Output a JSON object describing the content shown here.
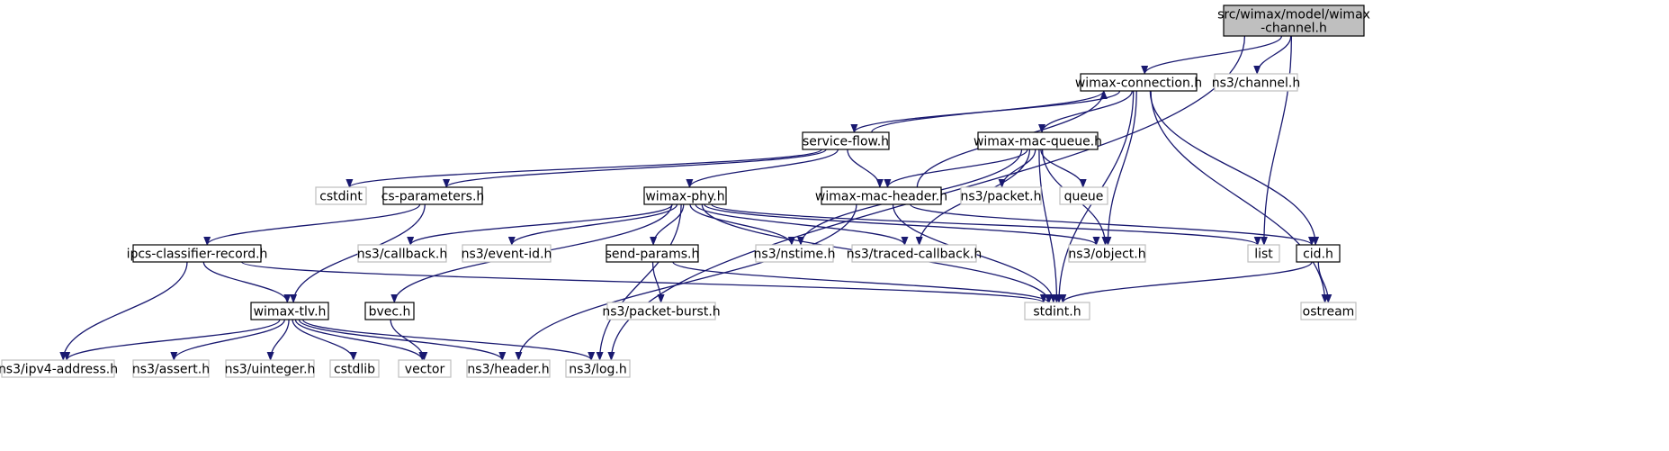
{
  "diagram": {
    "colors": {
      "edge": "#191970",
      "root_fill": "#bfbfbf",
      "node_border": "#000000",
      "external_border": "#bfbfbf"
    },
    "nodes": [
      {
        "id": "root",
        "lines": [
          "src/wimax/model/wimax",
          "-channel.h"
        ],
        "kind": "root"
      },
      {
        "id": "wimax_connection",
        "lines": [
          "wimax-connection.h"
        ],
        "kind": "internal"
      },
      {
        "id": "ns3_channel",
        "lines": [
          "ns3/channel.h"
        ],
        "kind": "external"
      },
      {
        "id": "service_flow",
        "lines": [
          "service-flow.h"
        ],
        "kind": "internal"
      },
      {
        "id": "wimax_mac_queue",
        "lines": [
          "wimax-mac-queue.h"
        ],
        "kind": "internal"
      },
      {
        "id": "cstdint",
        "lines": [
          "cstdint"
        ],
        "kind": "external"
      },
      {
        "id": "cs_parameters",
        "lines": [
          "cs-parameters.h"
        ],
        "kind": "internal"
      },
      {
        "id": "wimax_phy",
        "lines": [
          "wimax-phy.h"
        ],
        "kind": "internal"
      },
      {
        "id": "wimax_mac_header",
        "lines": [
          "wimax-mac-header.h"
        ],
        "kind": "internal"
      },
      {
        "id": "ns3_packet",
        "lines": [
          "ns3/packet.h"
        ],
        "kind": "external"
      },
      {
        "id": "queue",
        "lines": [
          "queue"
        ],
        "kind": "external"
      },
      {
        "id": "ipcs_classifier_record",
        "lines": [
          "ipcs-classifier-record.h"
        ],
        "kind": "internal"
      },
      {
        "id": "ns3_callback",
        "lines": [
          "ns3/callback.h"
        ],
        "kind": "external"
      },
      {
        "id": "ns3_event_id",
        "lines": [
          "ns3/event-id.h"
        ],
        "kind": "external"
      },
      {
        "id": "send_params",
        "lines": [
          "send-params.h"
        ],
        "kind": "internal"
      },
      {
        "id": "ns3_nstime",
        "lines": [
          "ns3/nstime.h"
        ],
        "kind": "external"
      },
      {
        "id": "ns3_traced_callback",
        "lines": [
          "ns3/traced-callback.h"
        ],
        "kind": "external"
      },
      {
        "id": "ns3_object",
        "lines": [
          "ns3/object.h"
        ],
        "kind": "external"
      },
      {
        "id": "list",
        "lines": [
          "list"
        ],
        "kind": "external"
      },
      {
        "id": "cid",
        "lines": [
          "cid.h"
        ],
        "kind": "internal"
      },
      {
        "id": "wimax_tlv",
        "lines": [
          "wimax-tlv.h"
        ],
        "kind": "internal"
      },
      {
        "id": "bvec",
        "lines": [
          "bvec.h"
        ],
        "kind": "internal"
      },
      {
        "id": "ns3_packet_burst",
        "lines": [
          "ns3/packet-burst.h"
        ],
        "kind": "external"
      },
      {
        "id": "stdint",
        "lines": [
          "stdint.h"
        ],
        "kind": "external"
      },
      {
        "id": "ostream",
        "lines": [
          "ostream"
        ],
        "kind": "external"
      },
      {
        "id": "ns3_ipv4_address",
        "lines": [
          "ns3/ipv4-address.h"
        ],
        "kind": "external"
      },
      {
        "id": "ns3_assert",
        "lines": [
          "ns3/assert.h"
        ],
        "kind": "external"
      },
      {
        "id": "ns3_uinteger",
        "lines": [
          "ns3/uinteger.h"
        ],
        "kind": "external"
      },
      {
        "id": "cstdlib",
        "lines": [
          "cstdlib"
        ],
        "kind": "external"
      },
      {
        "id": "vector",
        "lines": [
          "vector"
        ],
        "kind": "external"
      },
      {
        "id": "ns3_header",
        "lines": [
          "ns3/header.h"
        ],
        "kind": "external"
      },
      {
        "id": "ns3_log",
        "lines": [
          "ns3/log.h"
        ],
        "kind": "external"
      }
    ],
    "edges": [
      {
        "from": "root",
        "to": "wimax_connection"
      },
      {
        "from": "root",
        "to": "ns3_channel"
      },
      {
        "from": "root",
        "to": "list"
      },
      {
        "from": "root",
        "to": "ns3_log"
      },
      {
        "from": "wimax_connection",
        "to": "service_flow"
      },
      {
        "from": "wimax_connection",
        "to": "wimax_mac_queue"
      },
      {
        "from": "wimax_connection",
        "to": "ns3_object"
      },
      {
        "from": "wimax_connection",
        "to": "stdint"
      },
      {
        "from": "wimax_connection",
        "to": "cid"
      },
      {
        "from": "wimax_connection",
        "to": "ostream"
      },
      {
        "from": "service_flow",
        "to": "wimax_connection"
      },
      {
        "from": "service_flow",
        "to": "cstdint"
      },
      {
        "from": "service_flow",
        "to": "cs_parameters"
      },
      {
        "from": "service_flow",
        "to": "wimax_phy"
      },
      {
        "from": "service_flow",
        "to": "wimax_mac_header"
      },
      {
        "from": "wimax_mac_queue",
        "to": "wimax_mac_header"
      },
      {
        "from": "wimax_mac_queue",
        "to": "ns3_packet"
      },
      {
        "from": "wimax_mac_queue",
        "to": "queue"
      },
      {
        "from": "wimax_mac_queue",
        "to": "ns3_object"
      },
      {
        "from": "wimax_mac_queue",
        "to": "ns3_nstime"
      },
      {
        "from": "wimax_mac_queue",
        "to": "ns3_traced_callback"
      },
      {
        "from": "wimax_mac_queue",
        "to": "stdint"
      },
      {
        "from": "wimax_mac_header",
        "to": "wimax_connection"
      },
      {
        "from": "wimax_mac_header",
        "to": "cid"
      },
      {
        "from": "wimax_mac_header",
        "to": "stdint"
      },
      {
        "from": "wimax_mac_header",
        "to": "ns3_header"
      },
      {
        "from": "cs_parameters",
        "to": "ipcs_classifier_record"
      },
      {
        "from": "cs_parameters",
        "to": "wimax_tlv"
      },
      {
        "from": "wimax_phy",
        "to": "ns3_callback"
      },
      {
        "from": "wimax_phy",
        "to": "ns3_event_id"
      },
      {
        "from": "wimax_phy",
        "to": "send_params"
      },
      {
        "from": "wimax_phy",
        "to": "ns3_nstime"
      },
      {
        "from": "wimax_phy",
        "to": "ns3_traced_callback"
      },
      {
        "from": "wimax_phy",
        "to": "ns3_object"
      },
      {
        "from": "wimax_phy",
        "to": "list"
      },
      {
        "from": "wimax_phy",
        "to": "bvec"
      },
      {
        "from": "wimax_phy",
        "to": "ns3_log"
      },
      {
        "from": "wimax_phy",
        "to": "stdint"
      },
      {
        "from": "ipcs_classifier_record",
        "to": "wimax_tlv"
      },
      {
        "from": "ipcs_classifier_record",
        "to": "ns3_ipv4_address"
      },
      {
        "from": "ipcs_classifier_record",
        "to": "stdint"
      },
      {
        "from": "send_params",
        "to": "ns3_packet_burst"
      },
      {
        "from": "send_params",
        "to": "stdint"
      },
      {
        "from": "cid",
        "to": "stdint"
      },
      {
        "from": "cid",
        "to": "ostream"
      },
      {
        "from": "wimax_tlv",
        "to": "ns3_ipv4_address"
      },
      {
        "from": "wimax_tlv",
        "to": "ns3_assert"
      },
      {
        "from": "wimax_tlv",
        "to": "ns3_uinteger"
      },
      {
        "from": "wimax_tlv",
        "to": "cstdlib"
      },
      {
        "from": "wimax_tlv",
        "to": "vector"
      },
      {
        "from": "wimax_tlv",
        "to": "ns3_header"
      },
      {
        "from": "wimax_tlv",
        "to": "ns3_log"
      },
      {
        "from": "bvec",
        "to": "vector"
      }
    ]
  }
}
